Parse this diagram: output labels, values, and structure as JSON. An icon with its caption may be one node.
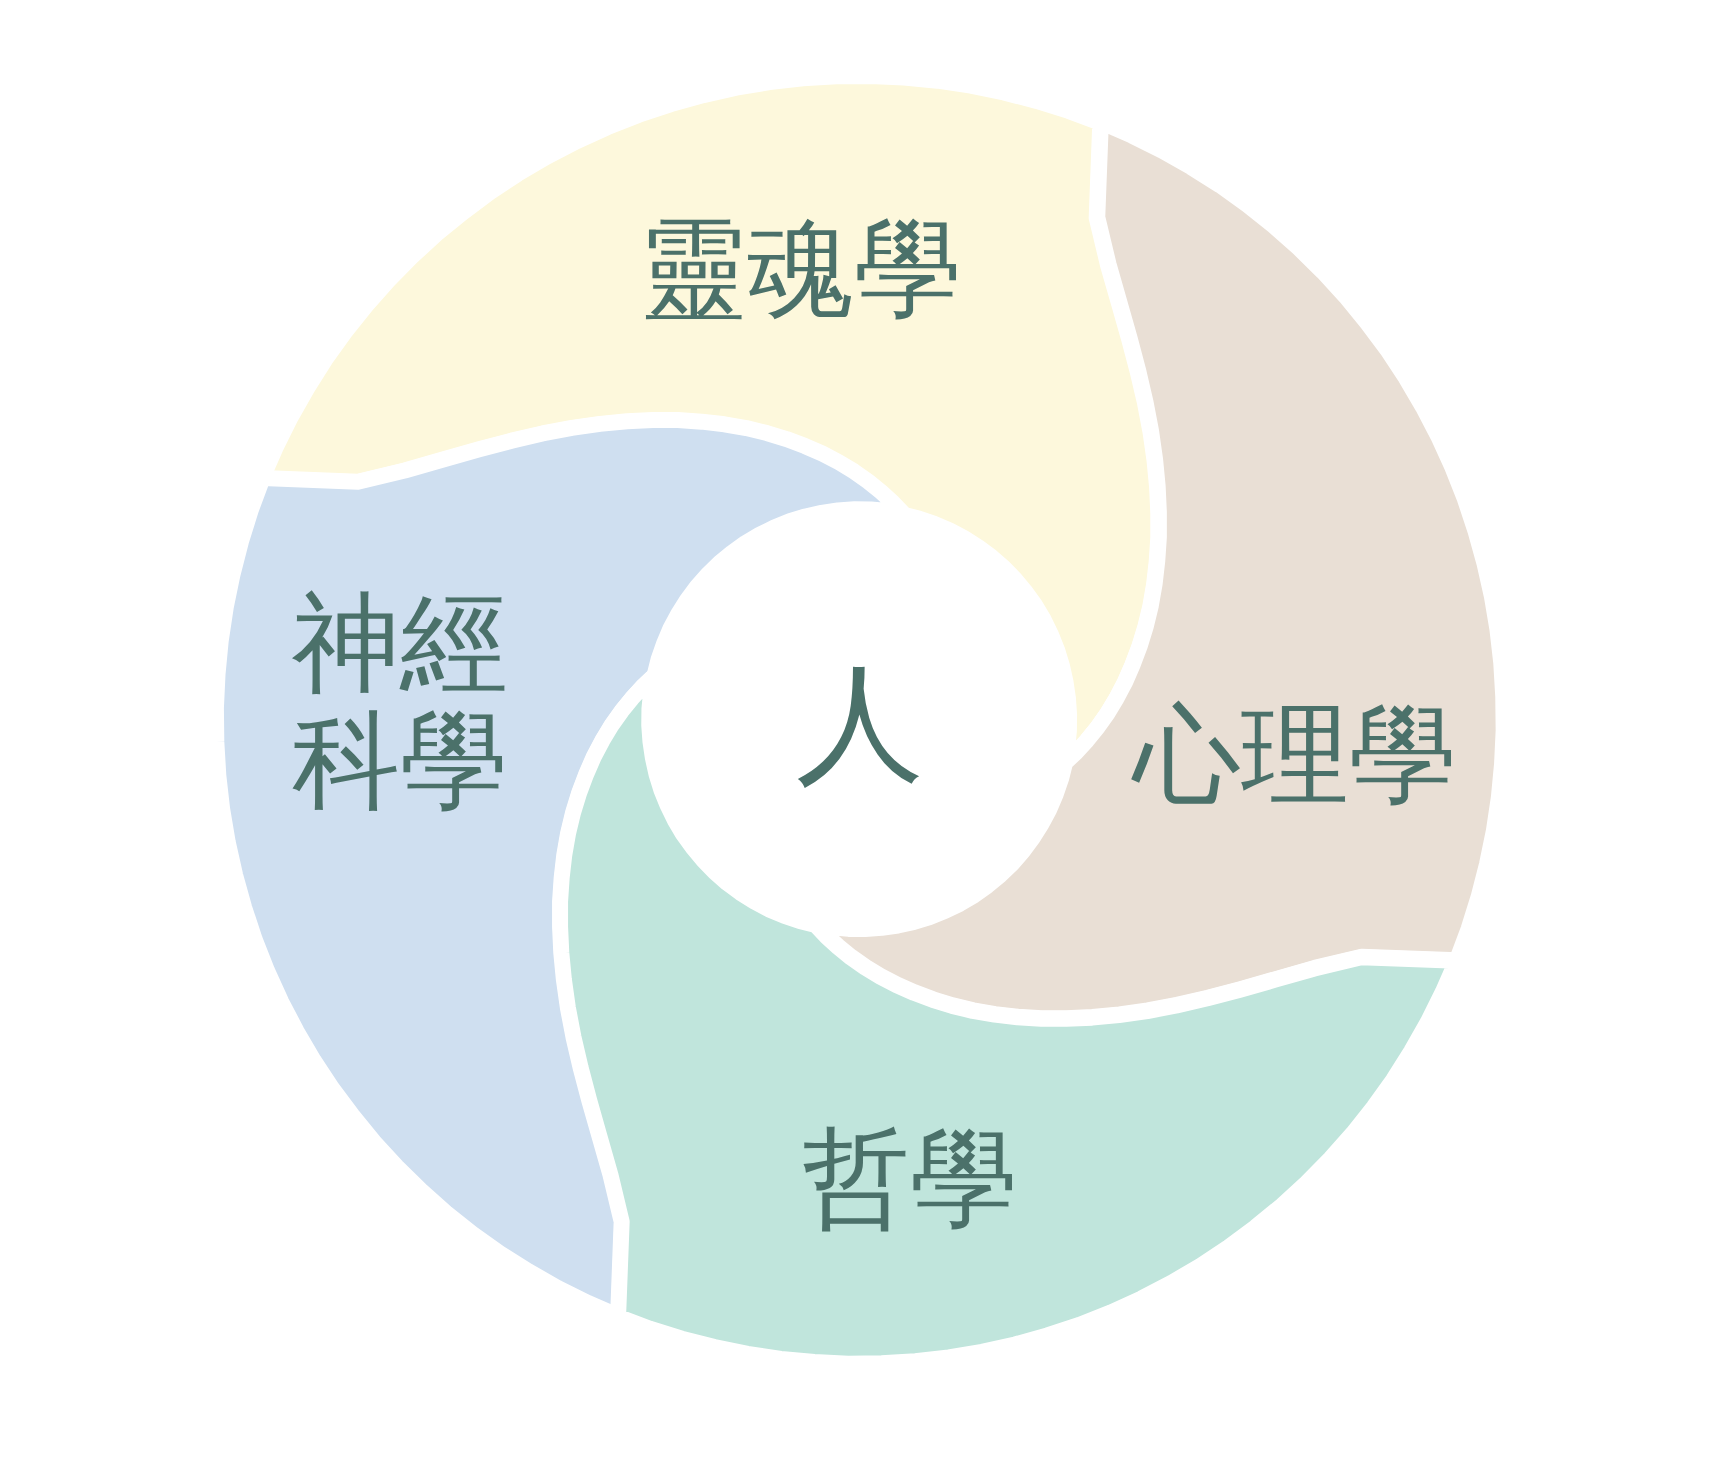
{
  "diagram": {
    "nodes": [
      {
        "text": [
          "靈魂學"
        ]
      },
      {
        "text": [
          "神經科學"
        ]
      },
      {
        "text": [
          "人"
        ]
      },
      {
        "text": [
          "心理學"
        ]
      },
      {
        "text": [
          "哲學"
        ]
      }
    ]
  }
}
